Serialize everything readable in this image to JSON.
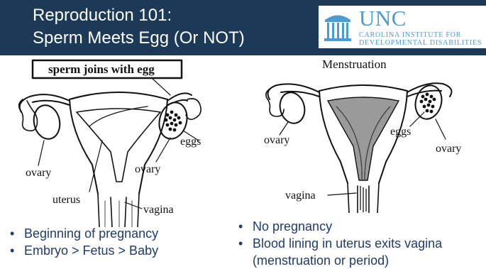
{
  "header": {
    "title_line1": "Reproduction 101:",
    "title_line2": "Sperm Meets Egg (Or NOT)",
    "background": "#1c3a57"
  },
  "logo": {
    "name": "UNC",
    "line1": "CAROLINA INSTITUTE FOR",
    "line2": "DEVELOPMENTAL DISABILITIES",
    "color": "#4b9cd3",
    "icon": "old-well-icon"
  },
  "left_figure": {
    "caption": "sperm joins with egg",
    "labels": {
      "ovary_left": "ovary",
      "ovary_right": "ovary",
      "eggs": "eggs",
      "uterus": "uterus",
      "vagina": "vagina"
    }
  },
  "right_figure": {
    "title": "Menstruation",
    "labels": {
      "ovary_left": "ovary",
      "ovary_right": "ovary",
      "eggs": "eggs",
      "vagina": "vagina"
    }
  },
  "left_bullets": [
    "Beginning of pregnancy",
    "Embryo > Fetus > Baby"
  ],
  "right_bullets": [
    "No pregnancy",
    "Blood lining in uterus exits vagina",
    "(menstruation or period)"
  ],
  "colors": {
    "bullet_text": "#1f3b6e",
    "drawing_ink": "#111111",
    "menstrual_shading": "#9a9a9a"
  }
}
